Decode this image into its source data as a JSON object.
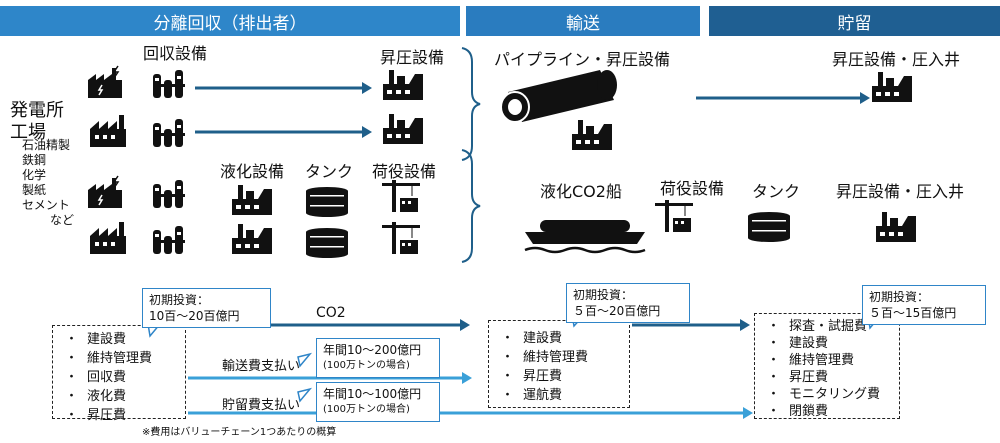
{
  "headers": {
    "capture": "分離回収（排出者）",
    "transport": "輸送",
    "storage": "貯留"
  },
  "colors": {
    "capture_header": "#2e86c9",
    "transport_header": "#2a7cbf",
    "storage_header": "#1f5f92",
    "arrow_dark": "#1f5f8a",
    "arrow_light": "#3aa0d8",
    "callout_border": "#2f85c8"
  },
  "source": {
    "title1": "発電所",
    "title2": "工場",
    "items": [
      "石油精製",
      "鉄鋼",
      "化学",
      "製紙",
      "セメント",
      "など"
    ]
  },
  "labels": {
    "capture_equipment": "回収設備",
    "booster1": "昇圧設備",
    "liquefaction": "液化設備",
    "tank1": "タンク",
    "loading1": "荷役設備",
    "pipeline": "パイプライン・昇圧設備",
    "booster_inject1": "昇圧設備・圧入井",
    "ship": "液化CO2船",
    "loading2": "荷役設備",
    "tank2": "タンク",
    "booster_inject2": "昇圧設備・圧入井"
  },
  "costs": {
    "capture_initial": {
      "title": "初期投資：",
      "value": "10百～20百億円"
    },
    "capture_items": [
      "建設費",
      "維持管理費",
      "回収費",
      "液化費",
      "昇圧費"
    ],
    "bullet": "・",
    "co2_label": "CO2",
    "transport_pay": "輸送費支払い",
    "transport_note": {
      "line1": "年間10～200億円",
      "line2": "(100万トンの場合)"
    },
    "storage_pay": "貯留費支払い",
    "storage_note": {
      "line1": "年間10～100億円",
      "line2": "(100万トンの場合)"
    },
    "transport_initial": {
      "title": "初期投資：",
      "value": "５百～20百億円"
    },
    "transport_items": [
      "建設費",
      "維持管理費",
      "昇圧費",
      "運航費"
    ],
    "transport_hidden_label": "CO2",
    "storage_initial": {
      "title": "初期投資：",
      "value": "５百～15百億円"
    },
    "storage_items": [
      "探査・試掘費",
      "建設費",
      "維持管理費",
      "昇圧費",
      "モニタリング費",
      "閉鎖費"
    ],
    "footnote": "※費用はバリューチェーン1つあたりの概算"
  }
}
